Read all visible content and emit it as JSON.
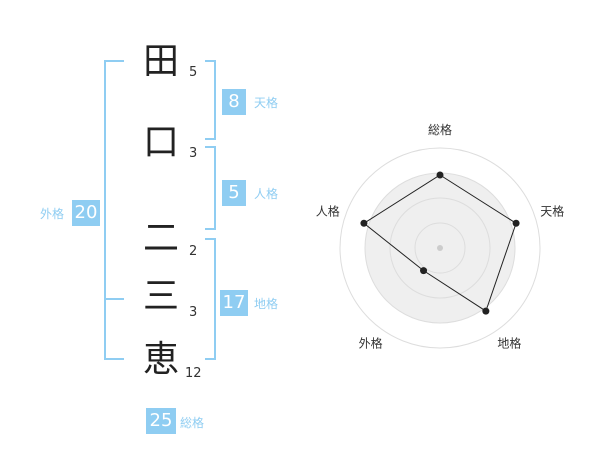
{
  "name": {
    "chars": [
      {
        "char": "田",
        "strokes": "5"
      },
      {
        "char": "口",
        "strokes": "3"
      },
      {
        "char": "二",
        "strokes": "2"
      },
      {
        "char": "三",
        "strokes": "3"
      },
      {
        "char": "恵",
        "strokes": "12"
      }
    ]
  },
  "kakusuu": {
    "tenkaku": {
      "value": "8",
      "label": "天格"
    },
    "jinkaku": {
      "value": "5",
      "label": "人格"
    },
    "chikaku": {
      "value": "17",
      "label": "地格"
    },
    "gaikaku": {
      "value": "20",
      "label": "外格"
    },
    "soukaku": {
      "value": "25",
      "label": "総格"
    }
  },
  "colors": {
    "accent": "#8fcdf2",
    "text": "#222222"
  },
  "chart_data": {
    "type": "radar",
    "axes": [
      "総格",
      "天格",
      "地格",
      "外格",
      "人格"
    ],
    "values": [
      0.73,
      0.8,
      0.78,
      0.28,
      0.8
    ],
    "range": [
      0,
      1
    ],
    "rings": 4
  }
}
